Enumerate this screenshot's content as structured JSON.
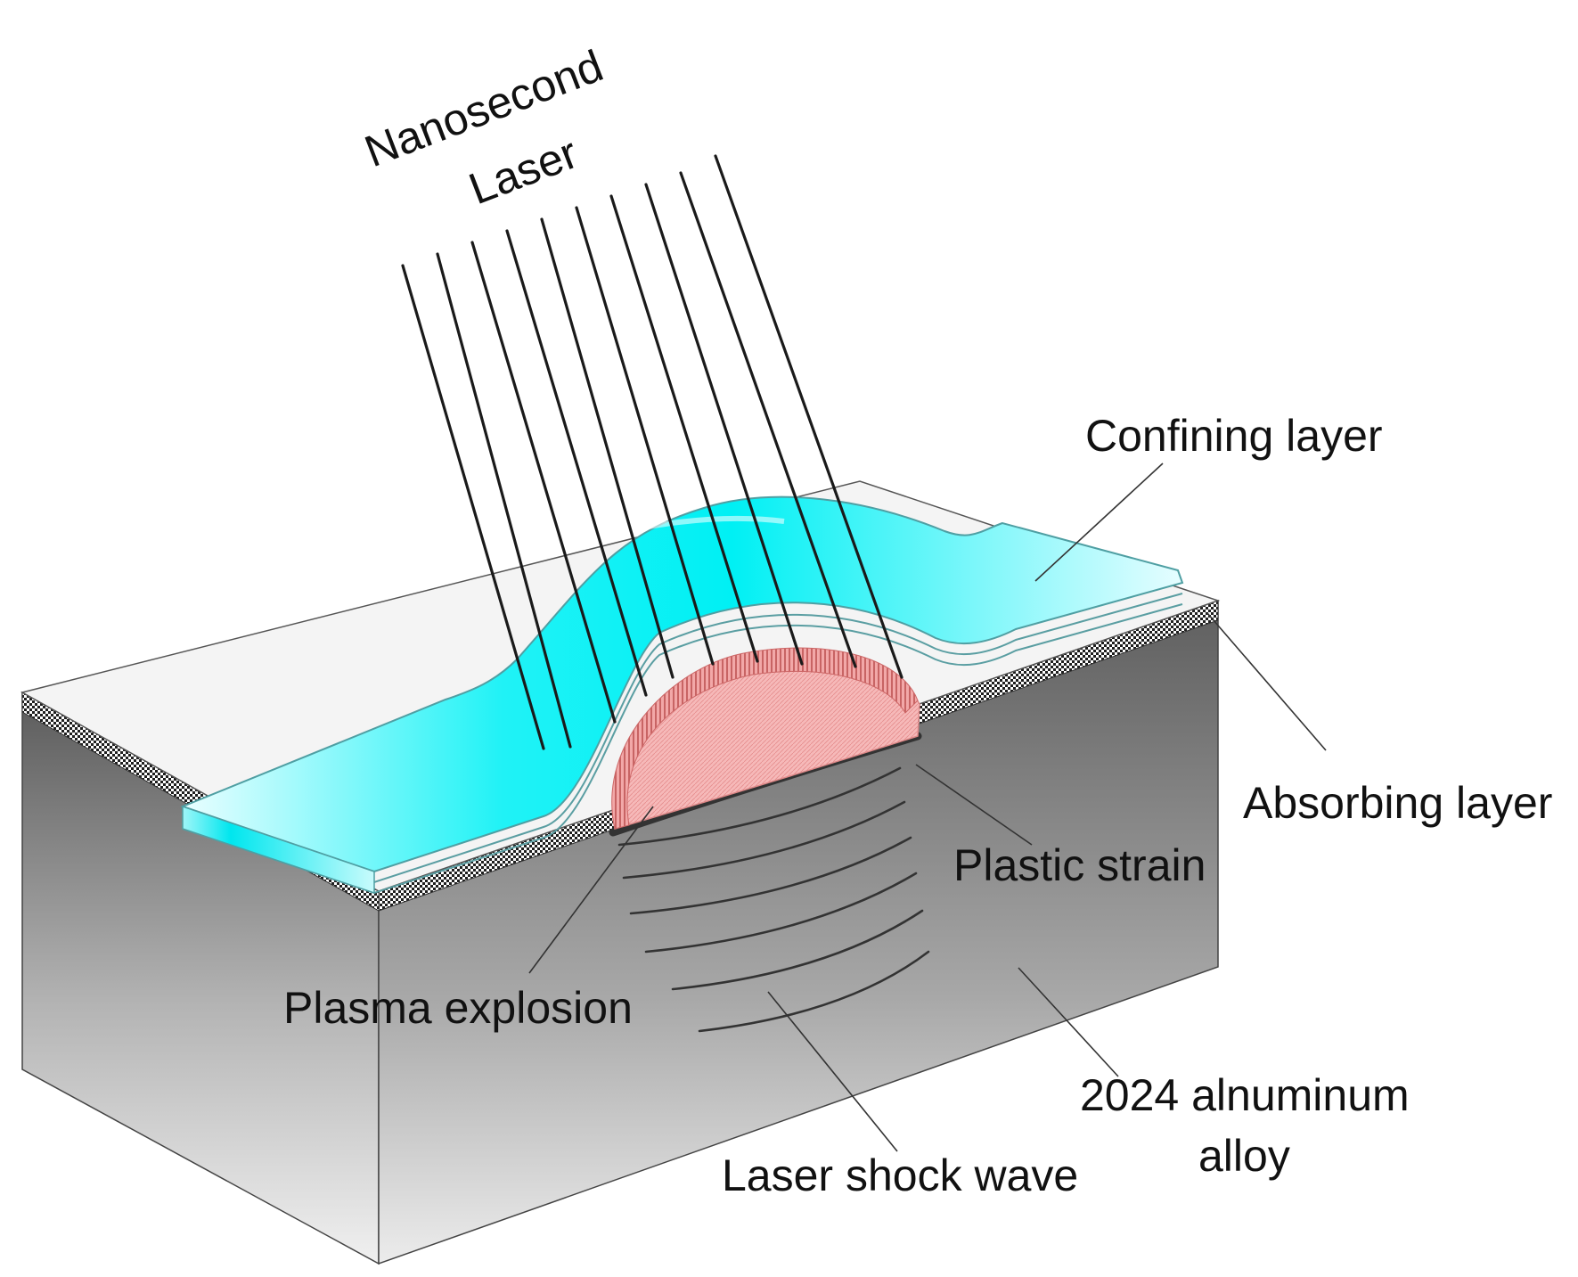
{
  "diagram": {
    "title_lines": [
      "Nanosecond",
      "Laser"
    ],
    "labels": {
      "confining_layer": "Confining layer",
      "absorbing_layer": "Absorbing layer",
      "plastic_strain": "Plastic strain",
      "plasma_explosion": "Plasma explosion",
      "laser_shock_wave": "Laser shock wave",
      "material_line1": "2024 alnuminum",
      "material_line2": "alloy"
    },
    "colors": {
      "confining_layer": "#00f0f4",
      "plasma": "#f6b9b9",
      "block_dark": "#5a5a5a",
      "block_light": "#f0f0f0",
      "top_surface": "#f4f4f4"
    },
    "laser_beam_count": 10,
    "shock_wave_count": 6
  }
}
